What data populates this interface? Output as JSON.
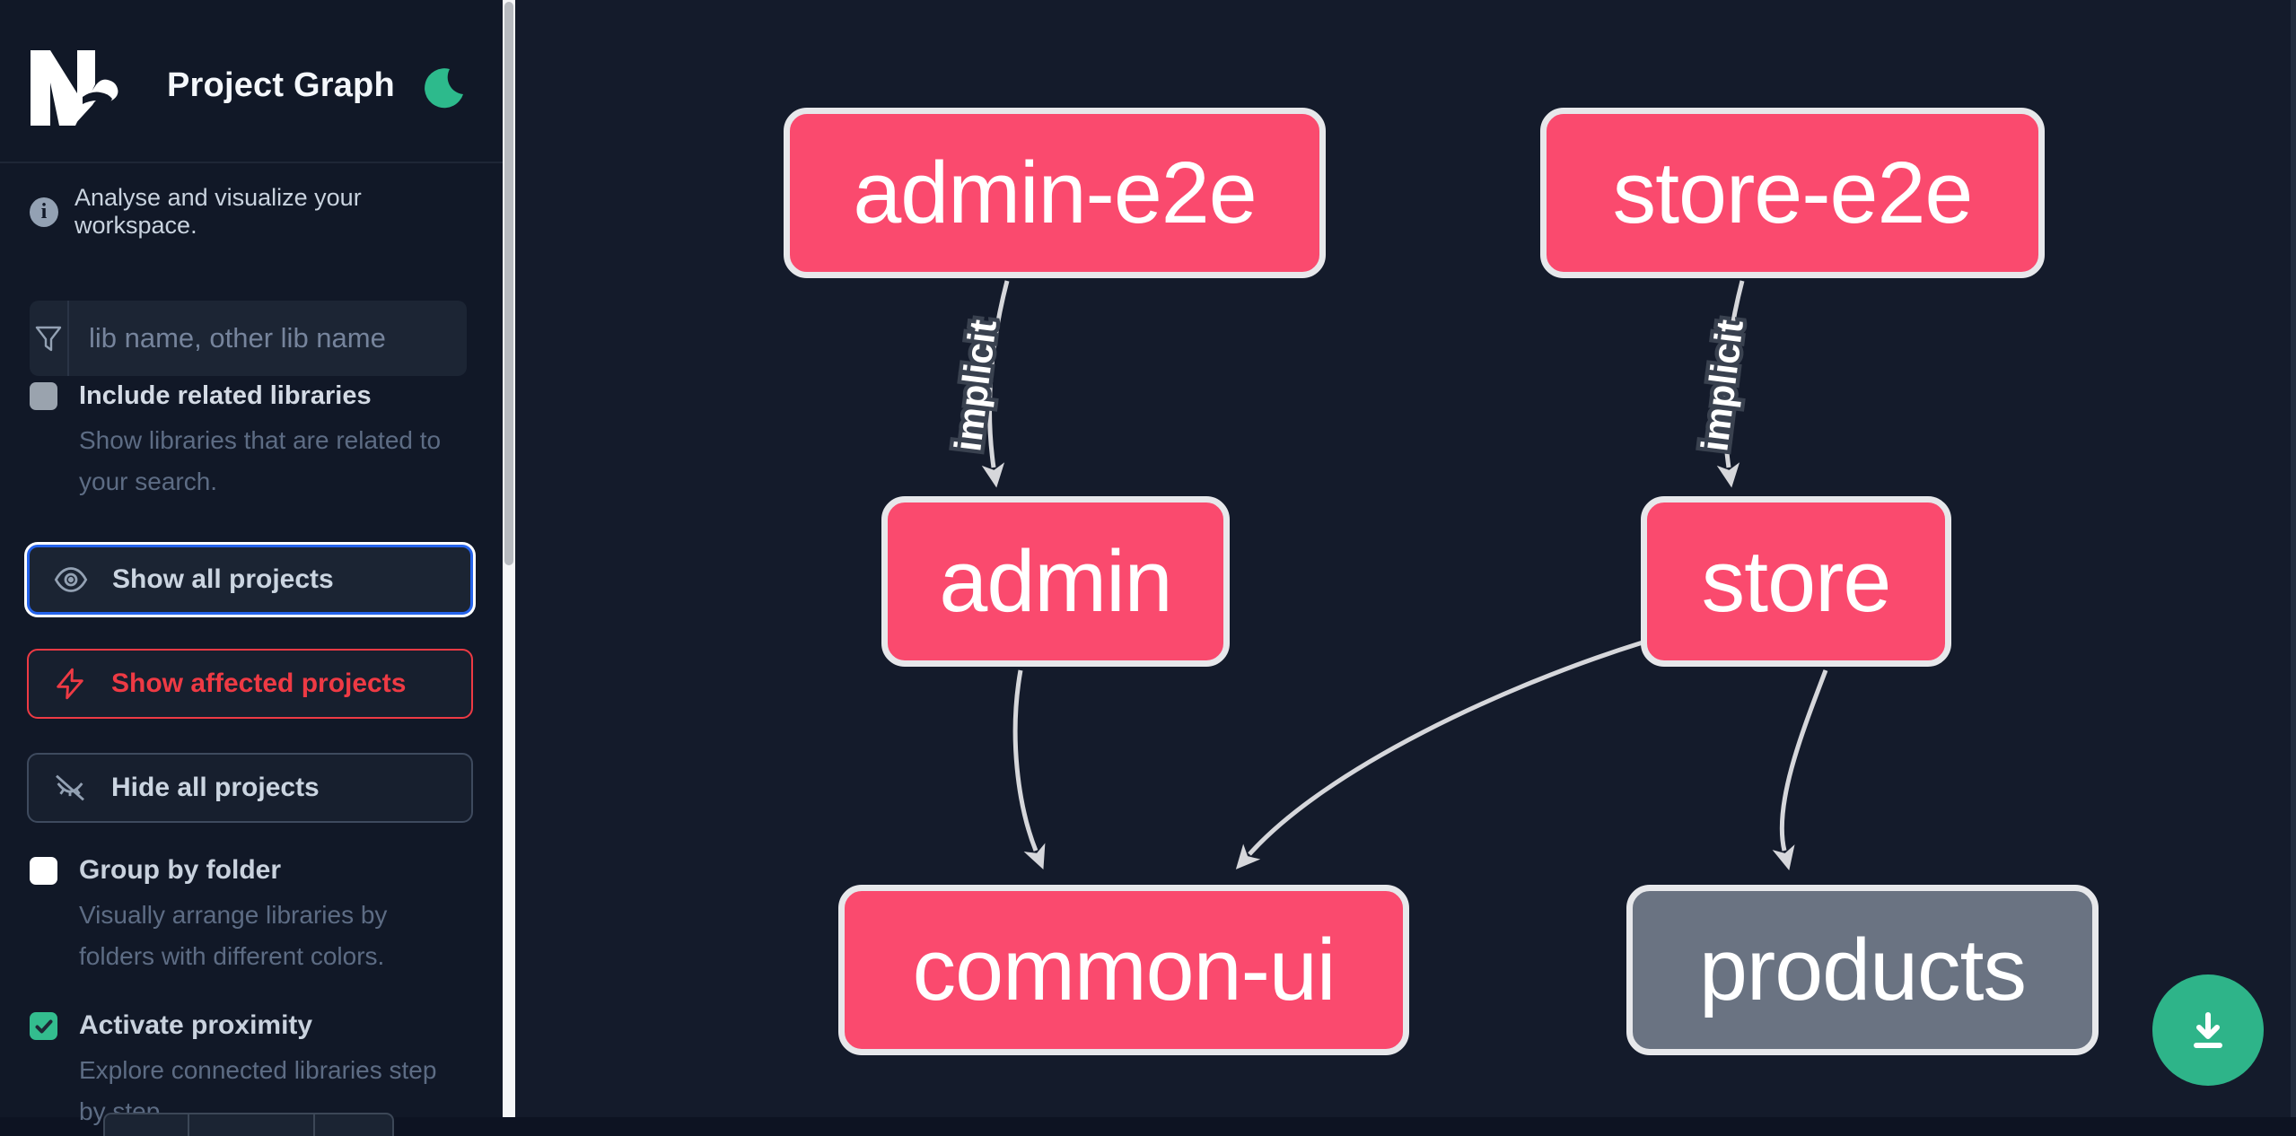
{
  "app": {
    "title": "Project Graph",
    "logo": "nx-logo",
    "theme_toggle_icon": "moon-icon",
    "accent_colors": {
      "node_pink": "#fa4a6e",
      "node_gray": "#6a7382",
      "node_border": "#e7e8eb",
      "edge_gray": "#d6d7db",
      "focus_blue": "#2563eb",
      "affected_red": "#ee3a44",
      "proximity_green": "#33bd8e",
      "fab_green": "#2eb489",
      "sidebar_bg": "#111827",
      "canvas_bg": "#141b2b"
    }
  },
  "sidebar": {
    "info_text": "Analyse and visualize your workspace.",
    "search": {
      "placeholder": "lib name, other lib name",
      "value": "",
      "icon": "funnel-filter-icon"
    },
    "checkboxes": [
      {
        "label": "Include related libraries",
        "description": "Show libraries that are related to your search.",
        "checked": false,
        "style": "gray"
      },
      {
        "label": "Group by folder",
        "description_line1": "Visually arrange libraries by",
        "description_line2": "folders with different colors.",
        "checked": false,
        "style": "white"
      },
      {
        "label": "Activate proximity",
        "description_line1": "Explore connected libraries step",
        "description_line2": "by step.",
        "checked": true,
        "style": "green"
      }
    ],
    "include_related": {
      "label": "Include related libraries",
      "description_line1": "Show libraries that are related to",
      "description_line2": "your search."
    },
    "buttons": [
      {
        "label": "Show all projects",
        "icon": "eye-icon",
        "state": "selected"
      },
      {
        "label": "Show affected projects",
        "icon": "bolt-icon",
        "state": "normal"
      },
      {
        "label": "Hide all projects",
        "icon": "eye-off-icon",
        "state": "normal"
      }
    ]
  },
  "graph": {
    "nodes": [
      {
        "id": "admin-e2e",
        "label": "admin-e2e",
        "type": "app-e2e",
        "color": "pink"
      },
      {
        "id": "store-e2e",
        "label": "store-e2e",
        "type": "app-e2e",
        "color": "pink"
      },
      {
        "id": "admin",
        "label": "admin",
        "type": "app",
        "color": "pink"
      },
      {
        "id": "store",
        "label": "store",
        "type": "app",
        "color": "pink"
      },
      {
        "id": "common-ui",
        "label": "common-ui",
        "type": "lib",
        "color": "pink"
      },
      {
        "id": "products",
        "label": "products",
        "type": "lib",
        "color": "gray"
      }
    ],
    "edges": [
      {
        "from": "admin-e2e",
        "to": "admin",
        "label": "implicit"
      },
      {
        "from": "store-e2e",
        "to": "store",
        "label": "implicit"
      },
      {
        "from": "admin",
        "to": "common-ui",
        "label": ""
      },
      {
        "from": "store",
        "to": "common-ui",
        "label": ""
      },
      {
        "from": "store",
        "to": "products",
        "label": ""
      }
    ],
    "edge_label": "implicit"
  },
  "fab": {
    "icon": "download-icon"
  }
}
